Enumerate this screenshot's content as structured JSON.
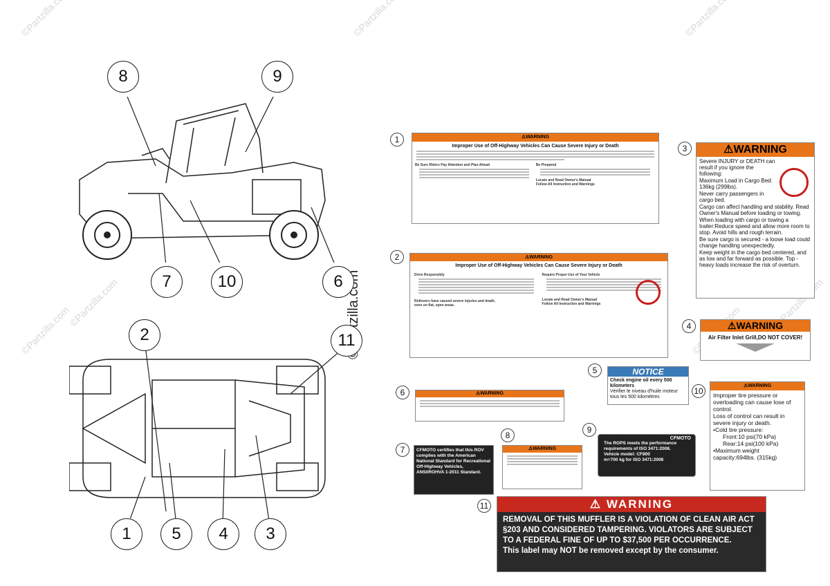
{
  "watermark": "©Partzilla.com",
  "callouts_top": [
    "8",
    "9",
    "7",
    "10",
    "6"
  ],
  "callouts_bottom": [
    "2",
    "11",
    "1",
    "5",
    "4",
    "3"
  ],
  "label1": {
    "num": "1",
    "warning": "⚠WARNING",
    "heading": "Improper Use of Off-Highway Vehicles Can Cause Severe Injury or Death",
    "left_head": "Be Sure Riders Pay Attention and Plan Ahead",
    "right_head": "Be Prepared",
    "footer1": "Locate and Read Owner's Manual",
    "footer2": "Follow All Instruction and Warnings"
  },
  "label2": {
    "num": "2",
    "warning": "⚠WARNING",
    "heading": "Improper Use of Off-Highway Vehicles Can Cause Severe Injury or Death",
    "left_head": "Drive Responsibly",
    "right_head": "Require Proper Use of Your Vehicle",
    "rollover": "Rollovers have caused severe injuries and death, even on flat, open areas.",
    "footer1": "Locate and Read Owner's Manual",
    "footer2": "Follow All Instruction and Warnings"
  },
  "label3": {
    "num": "3",
    "warning": "⚠WARNING",
    "intro": "Severe INJURY or DEATH can result if you ignore the following:",
    "items": [
      "Maximum Load in Cargo Bed: 136kg (299lbs).",
      "Never carry passengers in cargo bed.",
      "Cargo can affect handling and stability. Read Owner's Manual before loading or towing.",
      "When loading with cargo or towing a trailer:Reduce speed and allow more room to stop. Avoid hills and rough terrain.",
      "Be sure cargo is secured - a loose load could change handling unexpectedly.",
      "Keep weight in the cargo bed centered, and as low and far forward as possible. Top - heavy loads increase the risk of overturn."
    ]
  },
  "label4": {
    "num": "4",
    "warning": "⚠WARNING",
    "text": "Air Filter Inlet Grill,DO NOT COVER!"
  },
  "label5": {
    "num": "5",
    "notice": "NOTICE",
    "line1": "Check engine oil every 500 kilometers",
    "line2": "Vérifier le niveau d'huile moteur tous les 500 kilomètres"
  },
  "label6": {
    "num": "6",
    "warning": "⚠WARNING"
  },
  "label7": {
    "num": "7",
    "text": "CFMOTO certifies that this ROV complies with the American National Standard for Recreational Off-Highway Vehicles, ANSI/ROHVA 1-2011 Standard."
  },
  "label8": {
    "num": "8",
    "warning": "⚠WARNING"
  },
  "label9": {
    "num": "9",
    "brand": "CFMOTO",
    "line1": "The ROPS meets the performance requirements of ISO 3471:2008.",
    "line2": "Vehicle model: CF800",
    "line3": "m=700 kg for ISO 3471:2008"
  },
  "label10": {
    "num": "10",
    "warning": "⚠WARNING",
    "line1": "Improper tire pressure or overloading can cause lose of control.",
    "line2": "Loss of control can result in severe injury or death.",
    "line3": "•Cold tire pressure:",
    "line4": "Front:10 psi(70 kPa)",
    "line5": "Rear:14 psi(100 kPa)",
    "line6": "•Maximum weight capacity:694lbs. (315kg)"
  },
  "label11": {
    "num": "11",
    "warning": "WARNING",
    "line1": "REMOVAL OF THIS MUFFLER IS A VIOLATION OF CLEAN AIR ACT",
    "line2": "§203 AND CONSIDERED TAMPERING. VIOLATORS ARE SUBJECT",
    "line3": "TO A FEDERAL FINE OF UP TO $37,500 PER OCCURRENCE.",
    "line4": "This label may NOT be removed except by the consumer."
  },
  "colors": {
    "warning_orange": "#e8751a",
    "notice_blue": "#3a7ab8",
    "label_dark": "#222222"
  }
}
